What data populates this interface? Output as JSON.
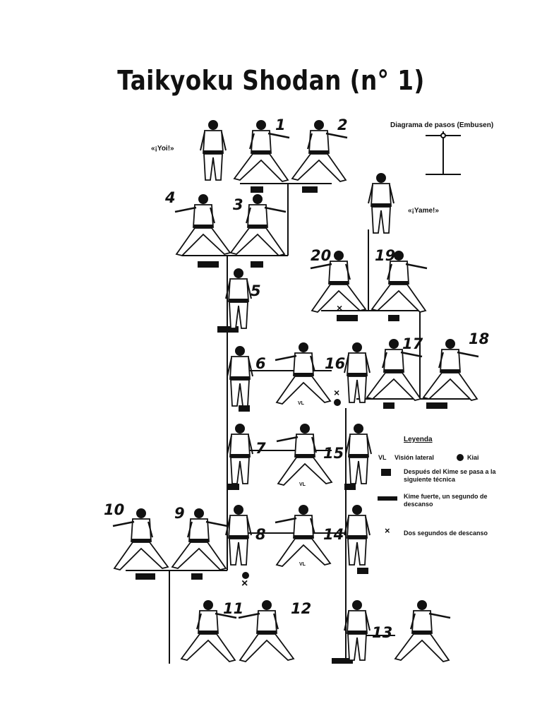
{
  "title": "Taikyoku Shodan (n° 1)",
  "commands": {
    "ready": "«¡Yoi!»",
    "finish": "«¡Yame!»"
  },
  "embusen_label": "Diagrama de pasos (Embusen)",
  "steps": [
    "1",
    "2",
    "3",
    "4",
    "5",
    "6",
    "7",
    "8",
    "9",
    "10",
    "11",
    "12",
    "13",
    "14",
    "15",
    "16",
    "17",
    "18",
    "19",
    "20"
  ],
  "legend": {
    "title": "Leyenda",
    "vl_symbol": "VL",
    "vl_text": "Visión lateral",
    "kiai_text": "Kiai",
    "short_bar_text": "Después del Kime se pasa a la siguiente técnica",
    "long_bar_text": "Kime fuerte, un segundo de descanso",
    "cross_text": "Dos segundos de descanso"
  },
  "marks": {
    "vl": "VL",
    "cross": "×"
  }
}
